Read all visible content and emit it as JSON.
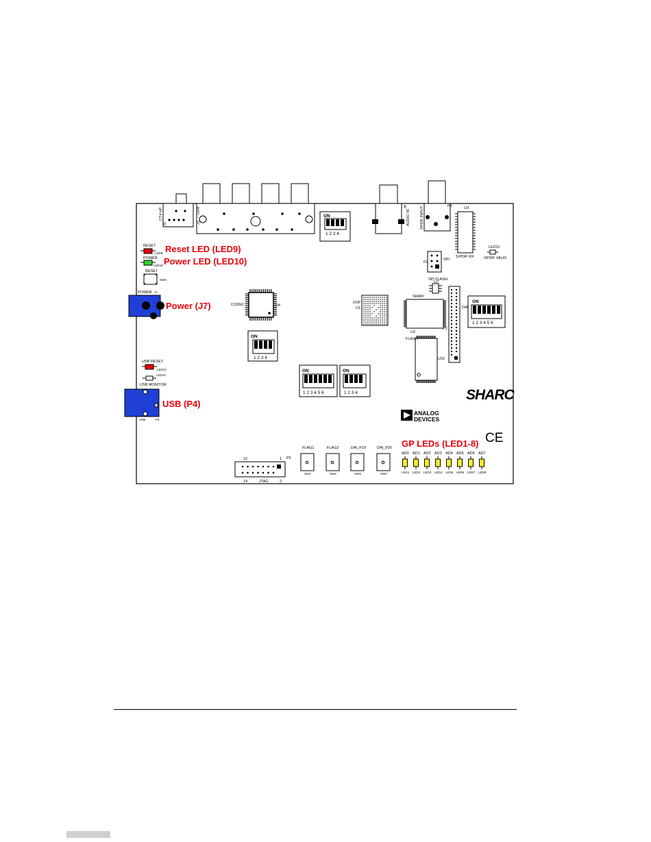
{
  "colors": {
    "callout_red": "#e8000b",
    "connector_blue": "#1f3fd6",
    "led_red": "#e8000b",
    "led_green": "#2fd42f",
    "led_yellow": "#f4ee2a",
    "outline": "#000000"
  },
  "callouts": {
    "reset_led": "Reset LED (LED9)",
    "power_led": "Power LED (LED10)",
    "power_jack": "Power (J7)",
    "usb": "USB (P4)",
    "gp_leds": "GP LEDs (LED1-8)"
  },
  "silkscreen": {
    "reset_lbl": "RESET",
    "led9_lbl": "LED9",
    "power_lbl": "POWER",
    "led10_lbl": "LED10",
    "reset_btn_lbl": "RESET",
    "sw6_lbl": "SW6",
    "power_j7_lbl": "POWER",
    "j7_lbl": "J7",
    "usb_reset_lbl": "USB RESET",
    "led12_lbl": "LED12",
    "led10b_lbl": "LED10",
    "usb_monitor_lbl": "USB MONITOR",
    "usb_lbl": "USB",
    "p4_lbl": "P4",
    "ct4_lbl": "CT4 HP",
    "j5_lbl": "J5",
    "ch4_lbl": "CH4",
    "j1_lbl": "J1",
    "on1": "ON",
    "sw_nums_4a": "1 2 3 4",
    "audio_in_lbl": "AUDIO IN",
    "j4_lbl": "J4",
    "spdif_input_lbl": "SPDIF INPUT",
    "p1_lbl": "P1",
    "u3_lbl": "U3",
    "spdif_rx_lbl": "S/PDIF RX",
    "led11_lbl": "LED11",
    "spdif_valid_lbl": "SPDIF VALID",
    "p2_lbl": "P2",
    "spi_lbl": "SPI",
    "spi_flash_lbl": "SPI FLASH",
    "u7_lbl": "U7",
    "codec_lbl": "CODEC",
    "u4_lbl": "U4",
    "dsp_lbl": "DSP",
    "u1_lbl": "U1",
    "sram_lbl": "SRAM",
    "u2_lbl": "U2",
    "dai_lbl": "DAI",
    "p3_lbl": "P3",
    "flash_lbl": "FLASH",
    "u10_lbl": "U10",
    "on2": "ON",
    "sw_nums_6a": "1 2 3 4 5 6",
    "on3": "ON",
    "sw_nums_4b": "1 2 3 4",
    "on4": "ON",
    "sw_nums_6b": "1 2 3 4 5 6",
    "on5": "ON",
    "sw_nums_4c": "1 2 3 4",
    "sharc_logo": "SHARC",
    "analog_line1": "ANALOG",
    "analog_line2": "DEVICES",
    "ce_mark": "CE",
    "jtag_lbl": "JTAG",
    "p5_lbl": "P5",
    "jtag_pin12": "12",
    "jtag_pin1": "1",
    "jtag_pin14": "14",
    "jtag_pin2": "2",
    "flag1_lbl": "FLAG1",
    "sw1_lbl": "SW1",
    "flag2_lbl": "FLAG2",
    "sw2_lbl": "SW2",
    "dai_p19_lbl": "DAI_P19",
    "sw3_lbl": "SW3",
    "dai_p20_lbl": "DAI_P20",
    "sw4_lbl": "SW4"
  },
  "gp_leds": [
    {
      "top": "AD0",
      "bottom": "LED1"
    },
    {
      "top": "AD1",
      "bottom": "LED2"
    },
    {
      "top": "AD2",
      "bottom": "LED3"
    },
    {
      "top": "AD3",
      "bottom": "LED4"
    },
    {
      "top": "AD4",
      "bottom": "LED5"
    },
    {
      "top": "AD5",
      "bottom": "LED6"
    },
    {
      "top": "AD6",
      "bottom": "LED7"
    },
    {
      "top": "AD7",
      "bottom": "LED8"
    }
  ]
}
